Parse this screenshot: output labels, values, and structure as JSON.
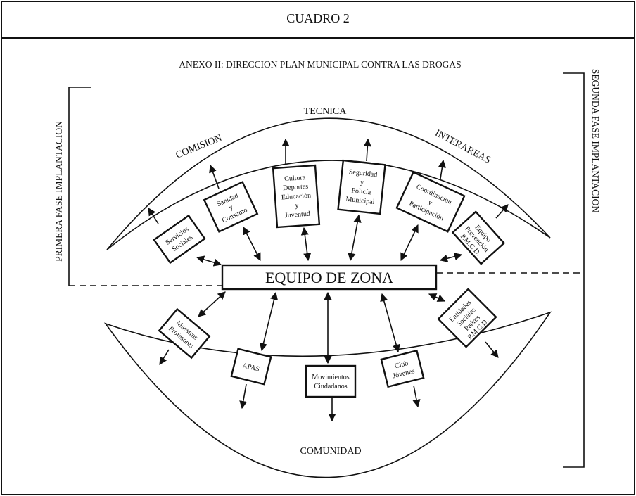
{
  "header": {
    "title": "CUADRO 2"
  },
  "figure": {
    "title": "ANEXO II: DIRECCION PLAN MUNICIPAL CONTRA LAS DROGAS",
    "center_box": "EQUIPO DE ZONA",
    "phase_left": "PRIMERA FASE IMPLANTACION",
    "phase_right": "SEGUNDA FASE IMPLANTACION",
    "upper_arc": {
      "top_label": "TECNICA",
      "left_label": "COMISION",
      "right_label": "INTERAREAS"
    },
    "lower_arc": {
      "label": "COMUNIDAD"
    },
    "upper_boxes": [
      {
        "lines": [
          "Servicios",
          "Sociales"
        ]
      },
      {
        "lines": [
          "Sanidad",
          "y",
          "Consumo"
        ]
      },
      {
        "lines": [
          "Cultura",
          "Deportes",
          "Educación",
          "y",
          "Juventud"
        ]
      },
      {
        "lines": [
          "Seguridad",
          "y",
          "Policía",
          "Municipal"
        ]
      },
      {
        "lines": [
          "Coordinación",
          "y",
          "Participación"
        ]
      },
      {
        "lines": [
          "Equipo",
          "Prevención",
          "P.M.C.D."
        ]
      }
    ],
    "lower_boxes": [
      {
        "lines": [
          "Maestros",
          "Profesores"
        ]
      },
      {
        "lines": [
          "APAS"
        ]
      },
      {
        "lines": [
          "Movimientos",
          "Ciudadanos"
        ]
      },
      {
        "lines": [
          "Club",
          "Jóvenes"
        ]
      },
      {
        "lines": [
          "Entidades",
          "Sociales",
          "Padres",
          "P.M.C.D."
        ]
      }
    ]
  }
}
